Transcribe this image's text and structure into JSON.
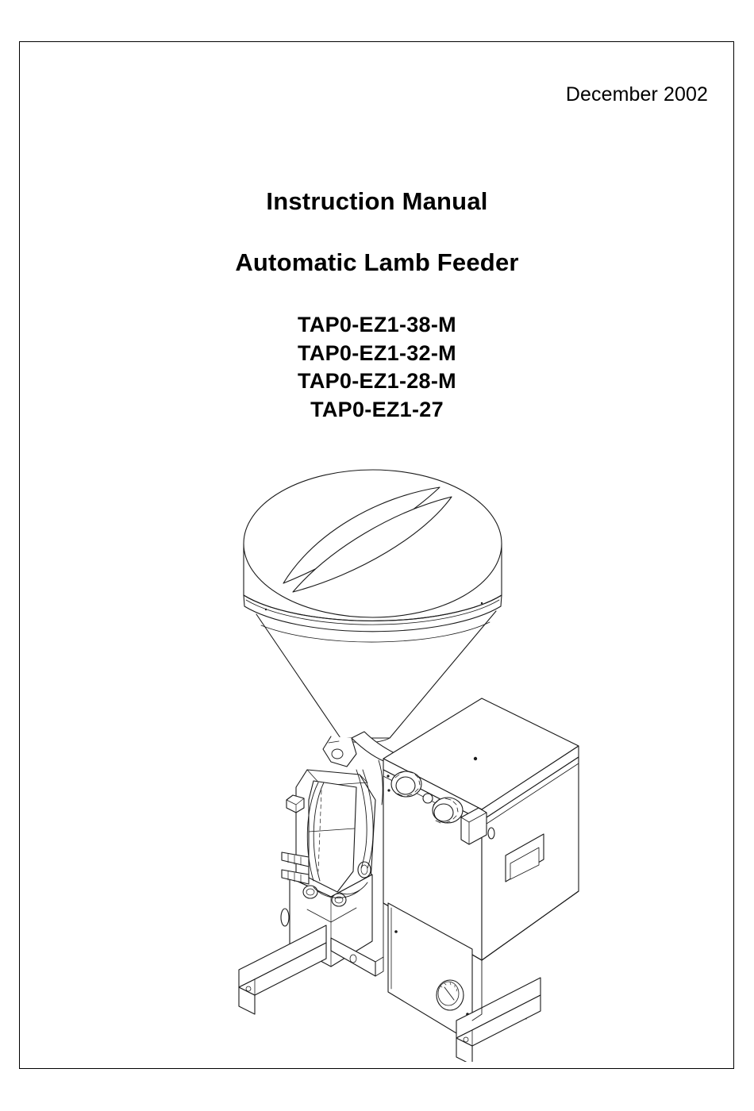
{
  "document": {
    "date": "December 2002",
    "title": "Instruction Manual",
    "subtitle": "Automatic Lamb Feeder",
    "models": [
      "TAP0-EZ1-38-M",
      "TAP0-EZ1-32-M",
      "TAP0-EZ1-28-M",
      "TAP0-EZ1-27"
    ],
    "border_color": "#000000",
    "text_color": "#000000",
    "background_color": "#ffffff"
  },
  "illustration": {
    "name": "automatic-lamb-feeder-line-drawing",
    "style": "isometric technical line art",
    "line_color": "#1a1a1a",
    "fill_color": "#ffffff",
    "parts": [
      "hopper-lid",
      "hopper-cylinder",
      "hopper-cone",
      "mixing-bowl",
      "pump-assembly",
      "hose-fittings",
      "control-cabinet",
      "control-knobs",
      "rocker-switch",
      "nameplate",
      "pressure-gauge",
      "hex-fitting",
      "base-legs"
    ]
  }
}
